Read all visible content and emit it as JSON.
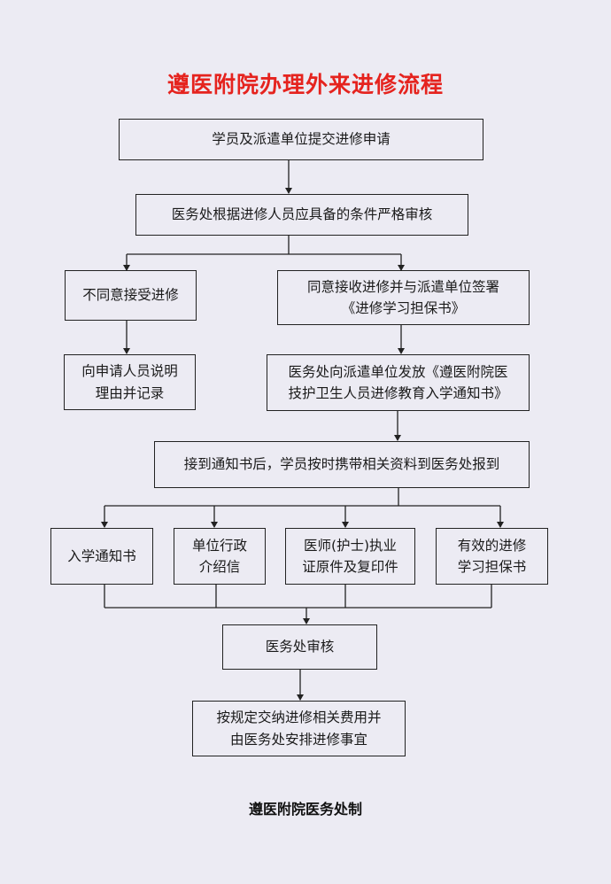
{
  "title": "遵医附院办理外来进修流程",
  "steps": {
    "submit": "学员及派遣单位提交进修申请",
    "review": "医务处根据进修人员应具备的条件严格审核",
    "disagree": "不同意接受进修",
    "agree": [
      "同意接收进修并与派遣单位签署",
      "《进修学习担保书》"
    ],
    "explain": [
      "向申请人员说明",
      "理由并记录"
    ],
    "notify": [
      "医务处向派遣单位发放《遵医附院医",
      "技护卫生人员进修教育入学通知书》"
    ],
    "report": "接到通知书后，学员按时携带相关资料到医务处报到",
    "doc_admission": "入学通知书",
    "doc_letter": [
      "单位行政",
      "介绍信"
    ],
    "doc_license": [
      "医师(护士)执业",
      "证原件及复印件"
    ],
    "doc_guarantee": [
      "有效的进修",
      "学习担保书"
    ],
    "audit": "医务处审核",
    "fees": [
      "按规定交纳进修相关费用并",
      "由医务处安排进修事宜"
    ]
  },
  "footer": "遵医附院医务处制"
}
